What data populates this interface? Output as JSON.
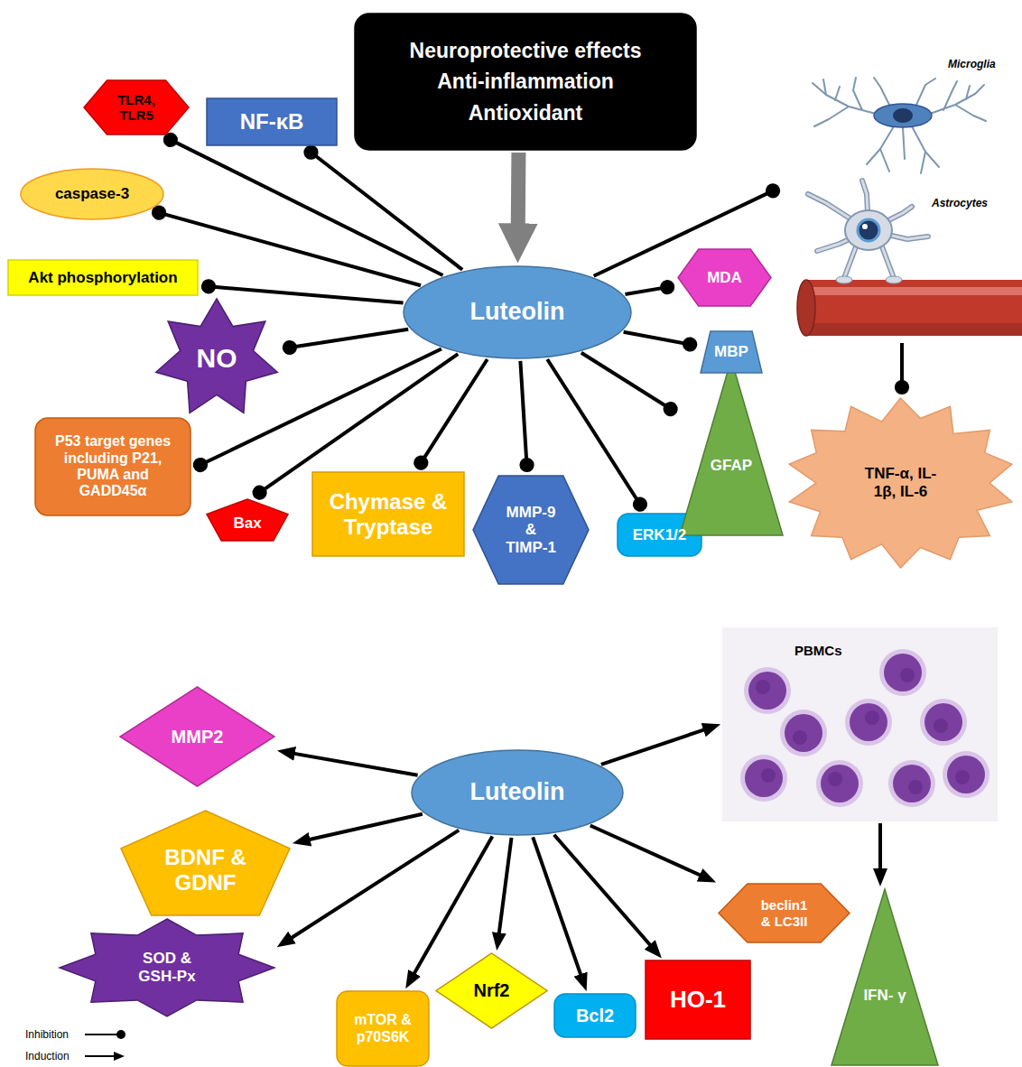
{
  "diagram": {
    "nodes": [
      {
        "text": [
          "Neuroprotective effects Anti-inflammation Antioxidant"
        ]
      },
      {
        "text": [
          "Luteolin"
        ]
      },
      {
        "text": [
          "TLR4, TLR5"
        ]
      },
      {
        "text": [
          "NF-κB"
        ]
      },
      {
        "text": [
          "caspase-3"
        ]
      },
      {
        "text": [
          "Akt phosphorylation"
        ]
      },
      {
        "text": [
          "NO"
        ]
      },
      {
        "text": [
          "P53 target genes including P21, PUMA and GADD45α"
        ]
      },
      {
        "text": [
          "Bax"
        ]
      },
      {
        "text": [
          "Chymase & Tryptase"
        ]
      },
      {
        "text": [
          "MMP-9 & TIMP-1"
        ]
      },
      {
        "text": [
          "ERK1/2"
        ]
      },
      {
        "text": [
          "GFAP"
        ]
      },
      {
        "text": [
          "MBP"
        ]
      },
      {
        "text": [
          "MDA"
        ]
      },
      {
        "text": [
          "Microglia",
          "Astrocytes"
        ]
      },
      {
        "text": [
          "TNF-α, IL-1β, IL-6"
        ]
      },
      {
        "text": [
          "Luteolin"
        ]
      },
      {
        "text": [
          "MMP2"
        ]
      },
      {
        "text": [
          "BDNF & GDNF"
        ]
      },
      {
        "text": [
          "SOD & GSH-Px"
        ]
      },
      {
        "text": [
          "mTOR & p70S6K"
        ]
      },
      {
        "text": [
          "Nrf2"
        ]
      },
      {
        "text": [
          "Bcl2"
        ]
      },
      {
        "text": [
          "HO-1"
        ]
      },
      {
        "text": [
          "beclin1 & LC3II"
        ]
      },
      {
        "text": [
          "PBMCs"
        ]
      },
      {
        "text": [
          "IFN- γ"
        ]
      }
    ],
    "edges": [
      {
        "from": 0,
        "to": 1,
        "arrow": "to"
      },
      {
        "from": 1,
        "to": 2,
        "arrow": "to"
      },
      {
        "from": 1,
        "to": 3,
        "arrow": "to"
      },
      {
        "from": 1,
        "to": 4,
        "arrow": "to"
      },
      {
        "from": 1,
        "to": 5,
        "arrow": "to"
      },
      {
        "from": 1,
        "to": 6,
        "arrow": "to"
      },
      {
        "from": 1,
        "to": 7,
        "arrow": "to"
      },
      {
        "from": 1,
        "to": 8,
        "arrow": "to"
      },
      {
        "from": 1,
        "to": 9,
        "arrow": "to"
      },
      {
        "from": 1,
        "to": 10,
        "arrow": "to"
      },
      {
        "from": 1,
        "to": 11,
        "arrow": "to"
      },
      {
        "from": 1,
        "to": 12,
        "arrow": "to"
      },
      {
        "from": 1,
        "to": 13,
        "arrow": "to"
      },
      {
        "from": 1,
        "to": 14,
        "arrow": "to"
      },
      {
        "from": 1,
        "to": 15,
        "arrow": "to"
      },
      {
        "from": 15,
        "to": 16,
        "arrow": "to"
      },
      {
        "from": 17,
        "to": 18,
        "arrow": "to"
      },
      {
        "from": 17,
        "to": 19,
        "arrow": "to"
      },
      {
        "from": 17,
        "to": 20,
        "arrow": "to"
      },
      {
        "from": 17,
        "to": 21,
        "arrow": "to"
      },
      {
        "from": 17,
        "to": 22,
        "arrow": "to"
      },
      {
        "from": 17,
        "to": 23,
        "arrow": "to"
      },
      {
        "from": 17,
        "to": 24,
        "arrow": "to"
      },
      {
        "from": 17,
        "to": 25,
        "arrow": "to"
      },
      {
        "from": 17,
        "to": 26,
        "arrow": "to"
      },
      {
        "from": 26,
        "to": 27,
        "arrow": "to"
      }
    ],
    "legend": [
      {
        "text": "Inhibition"
      },
      {
        "text": "Induction"
      }
    ]
  }
}
